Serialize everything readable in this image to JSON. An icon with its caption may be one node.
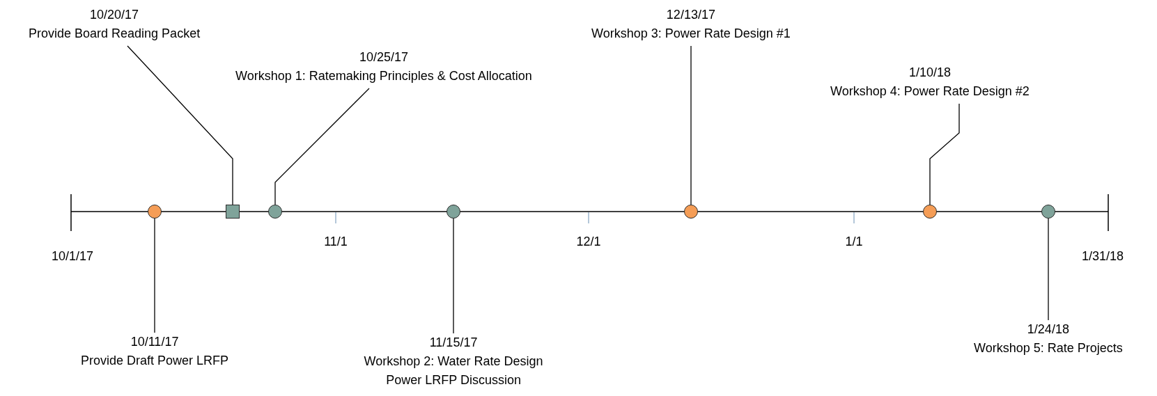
{
  "diagram": {
    "nodes": [
      {
        "text": [
          "10/11/17",
          "Provide Draft Power LRFP"
        ]
      },
      {
        "text": [],
        "shape": "circle"
      },
      {
        "text": [
          "10/20/17",
          "Provide Board Reading Packet"
        ]
      },
      {
        "text": [],
        "shape": "box"
      },
      {
        "text": [
          "10/25/17",
          "Workshop 1: Ratemaking Principles & Cost Allocation"
        ]
      },
      {
        "text": [],
        "shape": "circle"
      },
      {
        "text": [
          "11/15/17",
          "Workshop 2: Water Rate Design",
          "Power LRFP Discussion"
        ]
      },
      {
        "text": [],
        "shape": "circle"
      },
      {
        "text": [
          "12/13/17",
          "Workshop 3: Power Rate Design #1"
        ]
      },
      {
        "text": [],
        "shape": "circle"
      },
      {
        "text": [
          "1/10/18",
          "Workshop 4: Power Rate Design #2"
        ]
      },
      {
        "text": [],
        "shape": "circle"
      },
      {
        "text": [
          "1/24/18",
          "Workshop 5: Rate Projects"
        ]
      },
      {
        "text": [],
        "shape": "circle"
      }
    ],
    "edges": [
      {
        "from": 0,
        "to": 1,
        "arrow": "none"
      },
      {
        "from": 2,
        "to": 3,
        "arrow": "none"
      },
      {
        "from": 4,
        "to": 5,
        "arrow": "none"
      },
      {
        "from": 6,
        "to": 7,
        "arrow": "none"
      },
      {
        "from": 8,
        "to": 9,
        "arrow": "none"
      },
      {
        "from": 10,
        "to": 11,
        "arrow": "none"
      },
      {
        "from": 12,
        "to": 13,
        "arrow": "none"
      }
    ],
    "labels": [
      "10/1/17",
      "11/1",
      "12/1",
      "1/1",
      "1/31/18"
    ]
  }
}
